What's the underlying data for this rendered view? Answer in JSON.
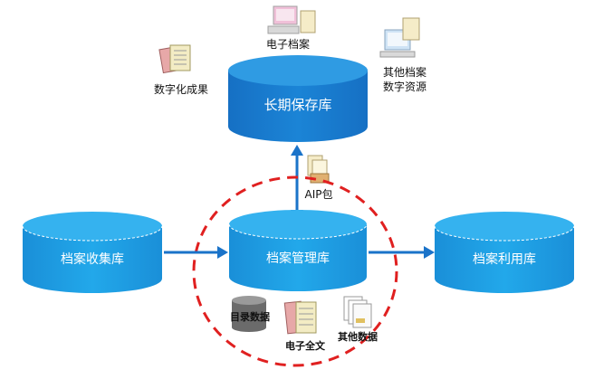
{
  "databases": {
    "long_term": "长期保存库",
    "management": "档案管理库",
    "collection": "档案收集库",
    "utilization": "档案利用库"
  },
  "sources": {
    "electronic_archives": "电子档案",
    "other_line1": "其他档案",
    "other_line2": "数字资源",
    "digitization": "数字化成果"
  },
  "aip_label": "AIP包",
  "contents": {
    "catalog": "目录数据",
    "fulltext": "电子全文",
    "other": "其他数据"
  },
  "colors": {
    "db_top": "#29a7e6",
    "db_body": "#1a73c9",
    "db_body_light": "#1e9be0",
    "arrow": "#1a73c9",
    "dashed_circle": "#e02020"
  }
}
